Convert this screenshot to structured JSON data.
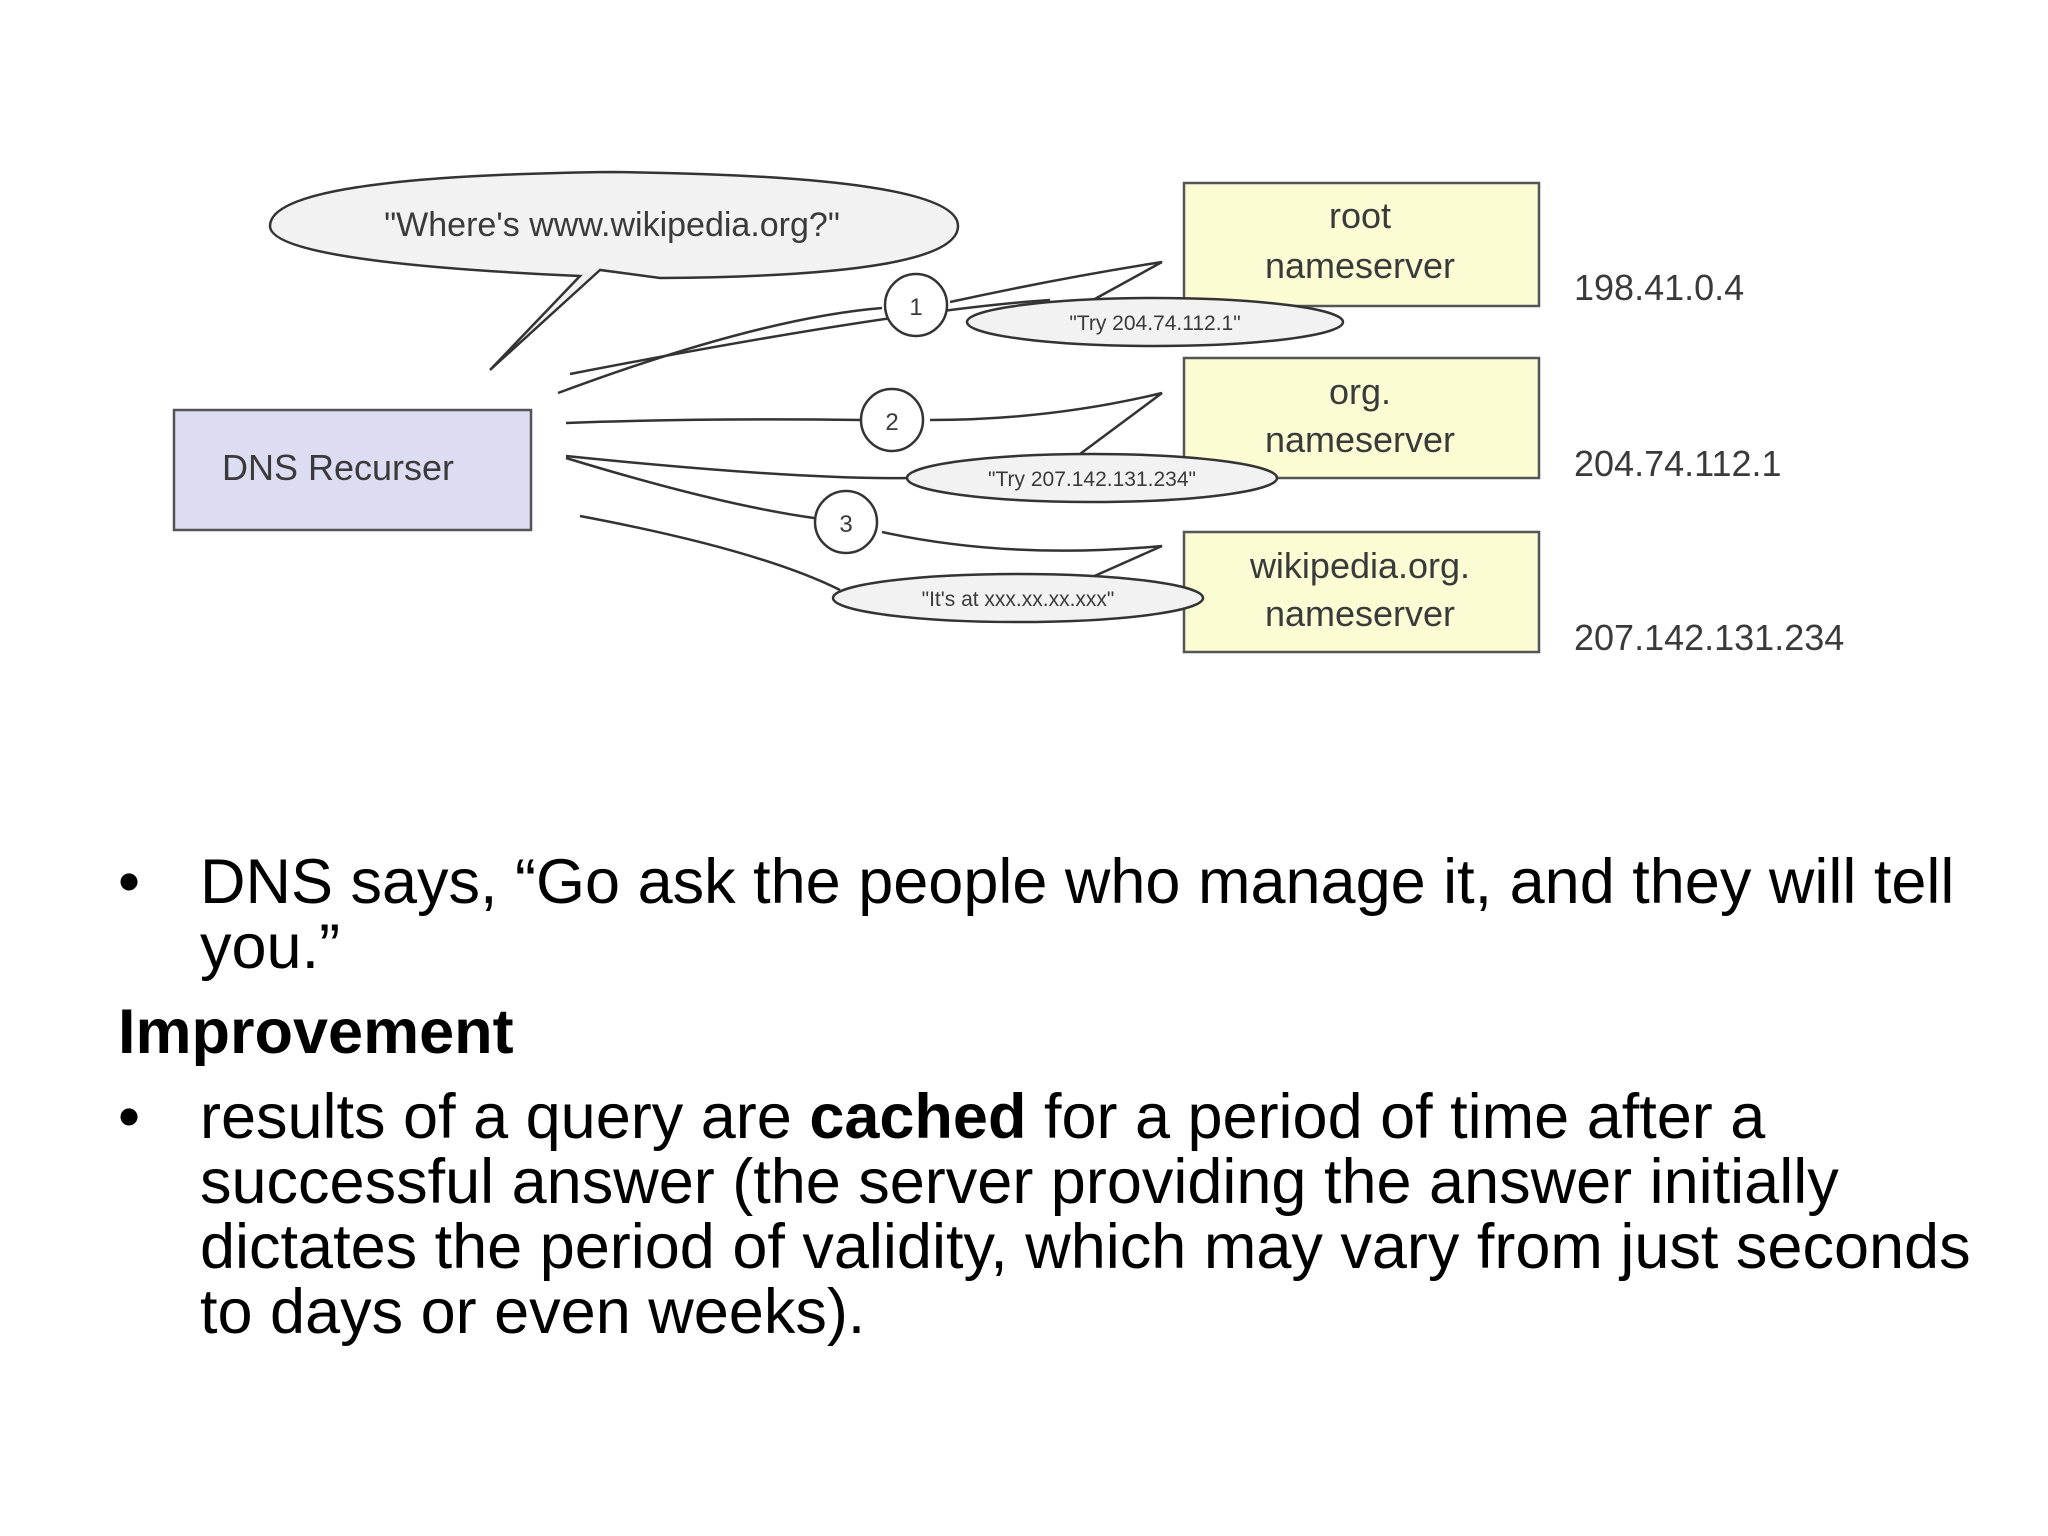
{
  "diagram": {
    "recurser_label": "DNS Recurser",
    "question": "\"Where's www.wikipedia.org?\"",
    "servers": [
      {
        "line1": "root",
        "line2": "nameserver",
        "ip": "198.41.0.4"
      },
      {
        "line1": "org.",
        "line2": "nameserver",
        "ip": "204.74.112.1"
      },
      {
        "line1": "wikipedia.org.",
        "line2": "nameserver",
        "ip": "207.142.131.234"
      }
    ],
    "steps": [
      "1",
      "2",
      "3"
    ],
    "responses": [
      "\"Try 204.74.112.1\"",
      "\"Try 207.142.131.234\"",
      "\"It's at xxx.xx.xx.xxx\""
    ],
    "colors": {
      "recurser_fill": "#dcdcf2",
      "server_fill": "#fbfbd4",
      "stroke": "#333333"
    }
  },
  "text": {
    "bullet_symbol": "•",
    "bullet1": "DNS says, “Go ask the people who manage it, and they will tell you.”",
    "heading": "Improvement",
    "bullet2_before": "results of a query are ",
    "bullet2_bold": "cached",
    "bullet2_after": " for a period of time after a successful answer (the server providing the answer initially dictates the period of validity, which may vary from just seconds to days or even weeks)."
  }
}
